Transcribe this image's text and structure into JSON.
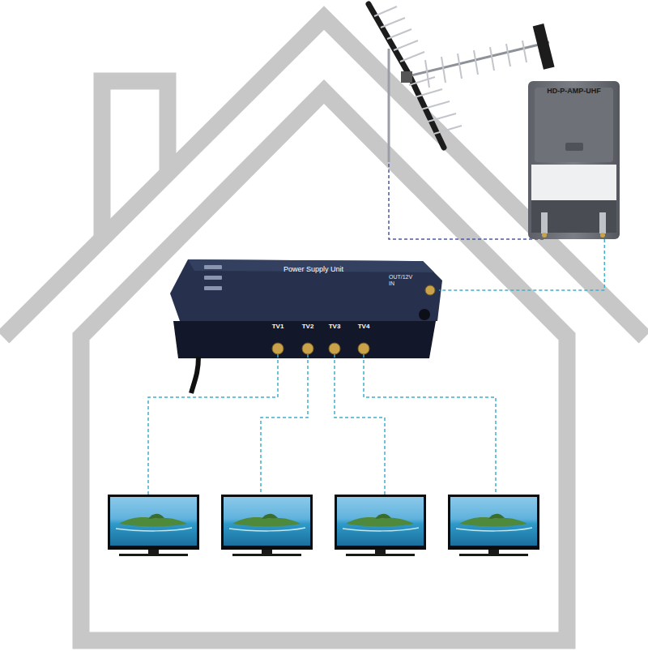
{
  "diagram": {
    "nodes": [
      {
        "text": [
          "HD-P-AMP-UHF"
        ]
      },
      {
        "text": [
          "Power Supply Unit",
          "OUT/12V IN",
          "TV1",
          "TV2",
          "TV3",
          "TV4"
        ]
      }
    ],
    "edges": [
      {
        "from": 0,
        "to": 1,
        "arrow": "none"
      }
    ]
  }
}
